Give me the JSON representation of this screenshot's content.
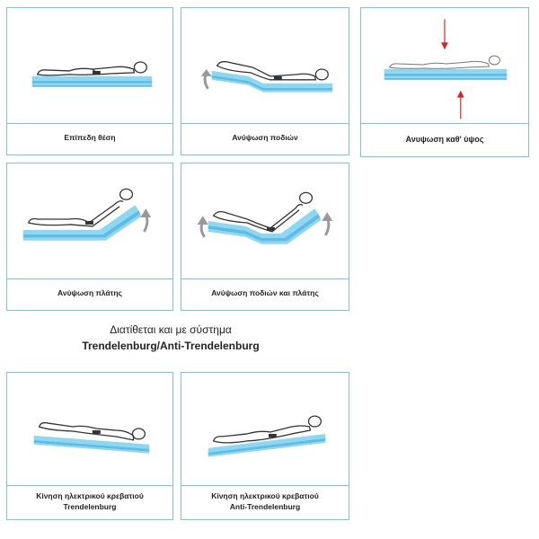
{
  "cards": [
    {
      "id": "flat",
      "caption": [
        "Επίπεδη θέση"
      ]
    },
    {
      "id": "legs",
      "caption": [
        "Ανύψωση ποδιών"
      ]
    },
    {
      "id": "height",
      "caption": [
        "Ανυψωση καθ' ύψος"
      ]
    },
    {
      "id": "back",
      "caption": [
        "Ανύψωση πλάτης"
      ]
    },
    {
      "id": "legs-back",
      "caption": [
        "Ανύψωση ποδιών και πλάτης"
      ]
    },
    {
      "id": "trend",
      "caption": [
        "Κίνηση ηλεκτρικού κρεβατιού",
        "Trendelenburg"
      ]
    },
    {
      "id": "anti-trend",
      "caption": [
        "Κίνηση ηλεκτρικού κρεβατιού",
        "Anti-Trendelenburg"
      ]
    }
  ],
  "note": {
    "line1": "Διατίθεται και με σύστημα",
    "line2": "Trendelenburg/Anti-Trendelenburg"
  },
  "colors": {
    "border": "#7cc4de",
    "mattress": "#7fd0ee",
    "mattress_dark": "#4fb3dd",
    "figure": "#333333",
    "arrow_grey": "#999999",
    "arrow_red": "#d9232a"
  }
}
